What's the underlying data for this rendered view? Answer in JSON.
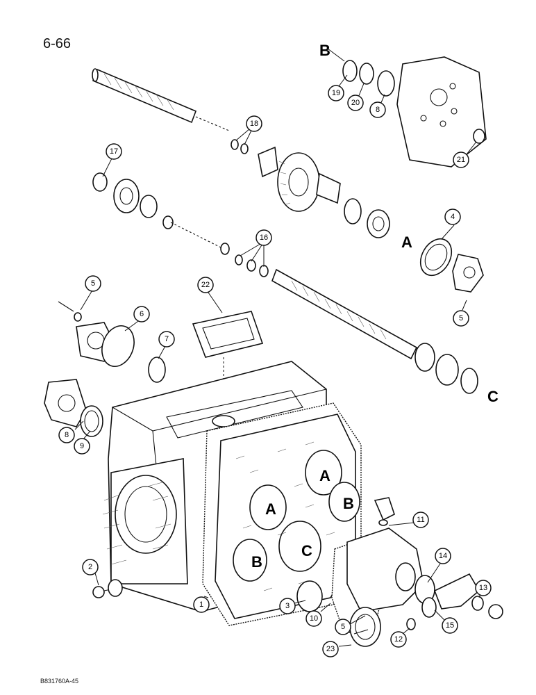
{
  "page_number": "6-66",
  "figure_code": "B831760A-45",
  "letters": {
    "A": "A",
    "B": "B",
    "C": "C"
  },
  "callouts": {
    "c1": "1",
    "c2": "2",
    "c3": "3",
    "c4": "4",
    "c5a": "5",
    "c5b": "5",
    "c5c": "5",
    "c6": "6",
    "c7": "7",
    "c8a": "8",
    "c8b": "8",
    "c9": "9",
    "c10": "10",
    "c11": "11",
    "c12": "12",
    "c13": "13",
    "c14": "14",
    "c15": "15",
    "c16": "16",
    "c17": "17",
    "c18": "18",
    "c19": "19",
    "c20": "20",
    "c21": "21",
    "c22": "22",
    "c23": "23"
  }
}
